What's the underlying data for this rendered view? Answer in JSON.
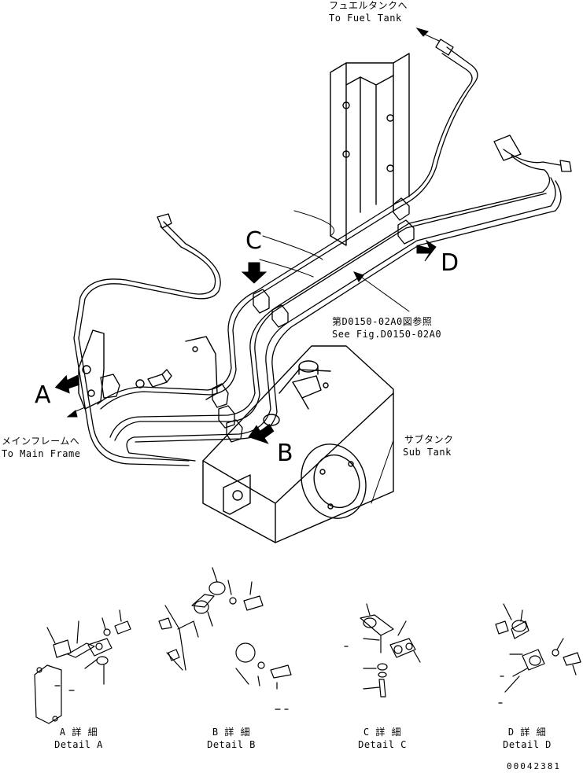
{
  "labels": {
    "fuel_tank_jp": "フュエルタンクへ",
    "fuel_tank_en": "To Fuel Tank",
    "main_frame_jp": "メインフレームへ",
    "main_frame_en": "To Main Frame",
    "see_fig_jp": "第D0150-02A0図参照",
    "see_fig_en": "See Fig.D0150-02A0",
    "sub_tank_jp": "サブタンク",
    "sub_tank_en": "Sub Tank"
  },
  "callouts": {
    "a": "A",
    "b": "B",
    "c": "C",
    "d": "D"
  },
  "details": [
    {
      "jp": "A 詳 細",
      "en": "Detail A"
    },
    {
      "jp": "B 詳 細",
      "en": "Detail B"
    },
    {
      "jp": "C 詳 細",
      "en": "Detail C"
    },
    {
      "jp": "D 詳 細",
      "en": "Detail D"
    }
  ],
  "drawing_number": "00042381"
}
